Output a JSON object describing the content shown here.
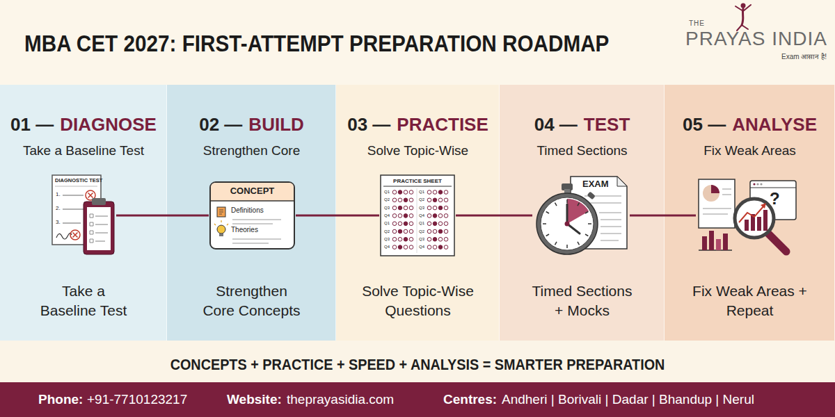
{
  "diagram": {
    "title": "MBA CET 2027: FIRST-ATTEMPT PREPARATION ROADMAP",
    "nodes": [
      {
        "text": [
          "01 —",
          "DIAGNOSE",
          "Take a Baseline Test",
          "Take a Baseline Test"
        ]
      },
      {
        "text": [
          "DIAGNOSTIC TEST",
          "1.",
          "2.",
          "3."
        ],
        "in": 0
      },
      {
        "text": [
          "02 —",
          "BUILD",
          "Strengthen Core",
          "Strengthen Core Concepts"
        ]
      },
      {
        "text": [
          "CONCEPT",
          "Definitions",
          "Theories"
        ],
        "in": 2
      },
      {
        "text": [
          "03 —",
          "PRACTISE",
          "Solve Topic-Wise",
          "Solve Topic-Wise Questions"
        ]
      },
      {
        "text": [
          "PRACTICE SHEET",
          "Q1",
          "Q2",
          "Q3",
          "Q4",
          "Q1",
          "Q2",
          "Q3",
          "Q4",
          "Q1",
          "Q2",
          "Q3",
          "Q4",
          "Q1",
          "Q2",
          "Q3",
          "Q4"
        ],
        "in": 4
      },
      {
        "text": [
          "04 —",
          "TEST",
          "Timed Sections",
          "Timed Sections + Mocks"
        ]
      },
      {
        "text": [
          "EXAM"
        ],
        "in": 6
      },
      {
        "text": [
          "05 —",
          "ANALYSE",
          "Fix Weak Areas",
          "Fix Weak Areas + Repeat"
        ]
      },
      {
        "text": [
          "?"
        ],
        "in": 8
      }
    ],
    "edges": [
      {
        "from": 1,
        "to": 3,
        "arrow": "none"
      },
      {
        "from": 3,
        "to": 5,
        "arrow": "none"
      },
      {
        "from": 5,
        "to": 7,
        "arrow": "none"
      },
      {
        "from": 7,
        "to": 9,
        "arrow": "none"
      }
    ],
    "labels": [
      "THE",
      "PRAYAS INDIA",
      "Exam आसान है!",
      "CONCEPTS + PRACTICE + SPEED + ANALYSIS = SMARTER PREPARATION",
      "Phone:",
      "+91-7710123217",
      "Website:",
      "theprayasidia.com",
      "Centres:",
      "Andheri | Borivali | Dadar | Bhandup | Nerul"
    ]
  }
}
